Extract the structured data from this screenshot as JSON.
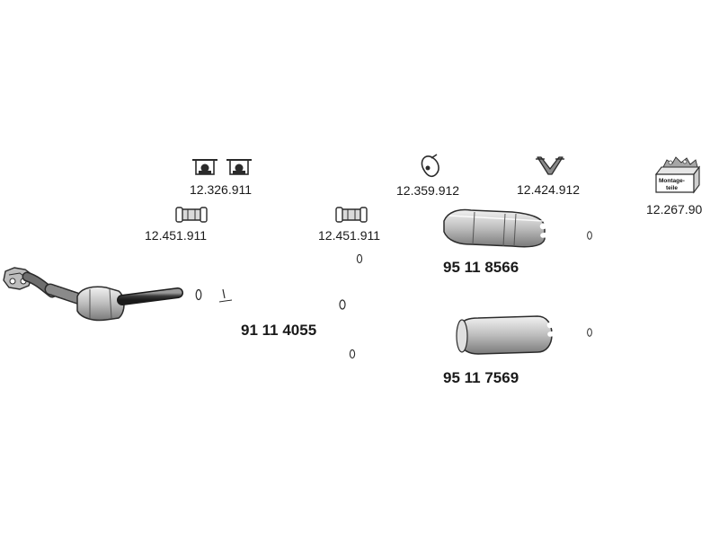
{
  "parts": {
    "clamp_pair": {
      "part_number": "12.326.911"
    },
    "hanger": {
      "part_number": "12.359.912"
    },
    "bracket": {
      "part_number": "12.424.912"
    },
    "mounting_kit": {
      "part_number": "12.267.90",
      "box_text_line1": "Montage-",
      "box_text_line2": "teile"
    },
    "sleeve_left": {
      "part_number": "12.451.911"
    },
    "sleeve_right": {
      "part_number": "12.451.911"
    },
    "front_pipe": {
      "part_number": "91 11 4055"
    },
    "rear_silencer_a": {
      "part_number": "95 11 8566"
    },
    "rear_silencer_b": {
      "part_number": "95 11 7569"
    }
  },
  "colors": {
    "line": "#2b2b2b",
    "part_fill_light": "#d9d9d9",
    "part_fill_dark": "#8a8a8a",
    "background": "#ffffff"
  }
}
